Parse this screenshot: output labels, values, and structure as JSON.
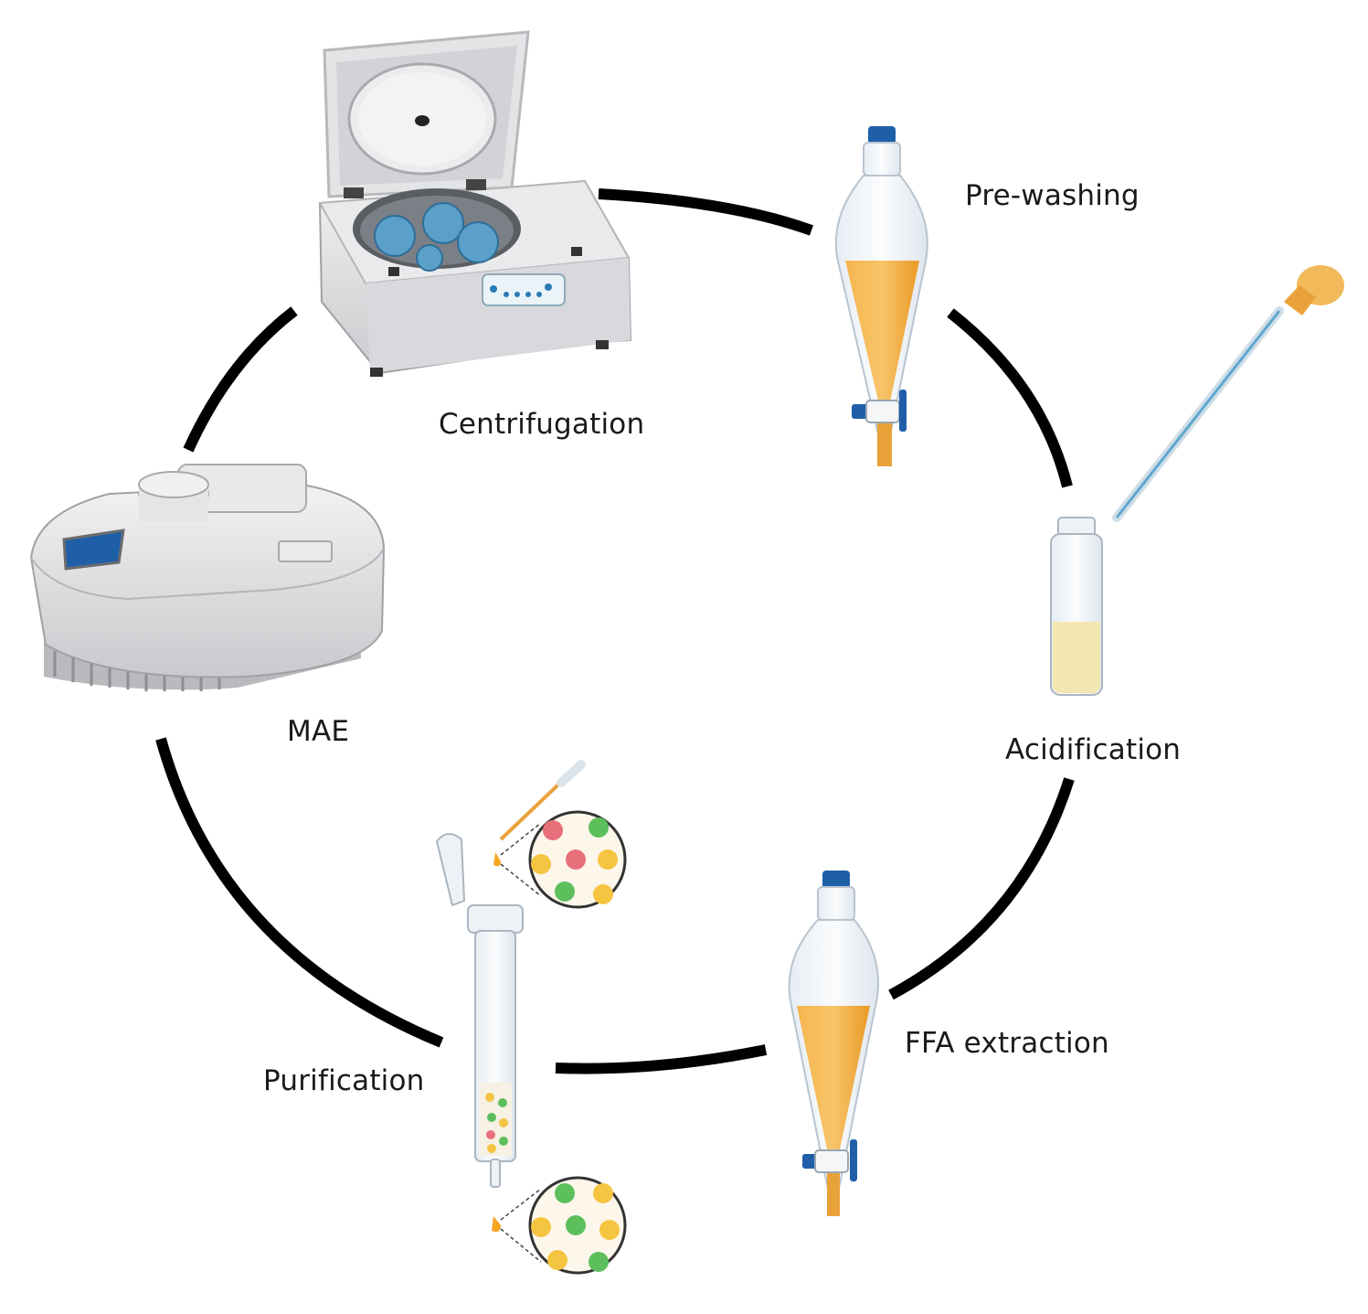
{
  "steps": {
    "centrifugation": "Centrifugation",
    "prewashing": "Pre-washing",
    "acidification": "Acidification",
    "ffa_extraction": "FFA extraction",
    "purification": "Purification",
    "mae": "MAE"
  },
  "colors": {
    "arc": "#000000",
    "orange_liquid": "#f2a93b",
    "blue_cap": "#1f5fa8",
    "glass": "#eef3f8",
    "device_gray": "#dcdde0",
    "bead_green": "#5cbf5c",
    "bead_red": "#e8707a",
    "bead_yellow": "#f5c542",
    "pale_liquid": "#f3e6b0"
  },
  "icons": [
    "centrifuge-icon",
    "separatory-funnel-icon",
    "pipette-icon",
    "vial-icon",
    "spe-column-icon",
    "microwave-extractor-icon",
    "magnifier-bead-icon"
  ]
}
